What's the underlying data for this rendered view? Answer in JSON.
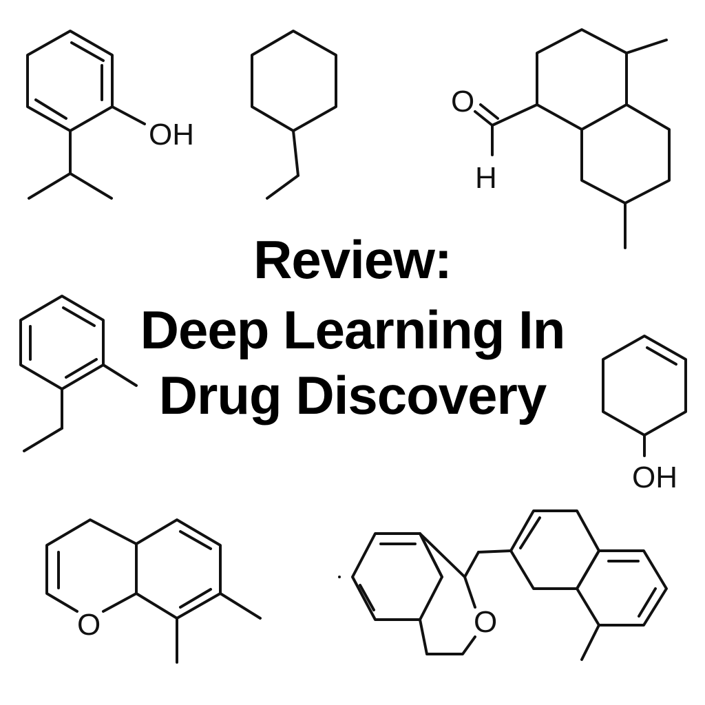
{
  "title": {
    "line1": "Review:",
    "line2": "Deep Learning In",
    "line3": "Drug Discovery"
  },
  "atom_labels": {
    "oh": "OH",
    "o": "O",
    "h": "H"
  },
  "colors": {
    "background": "#ffffff",
    "ink": "#111111"
  },
  "structures": [
    "2-isopropylphenol",
    "ethylcyclohexane",
    "decalin-carbaldehyde",
    "2-ethyltoluene",
    "cyclohex-3-enol",
    "dimethyl-chromene",
    "isochroman-methyl-dihydronaphthalene"
  ]
}
